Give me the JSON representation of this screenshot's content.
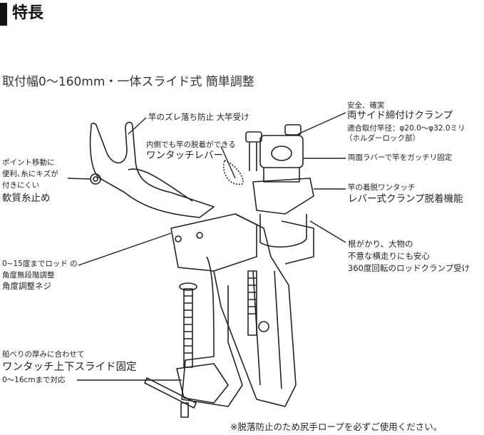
{
  "header": {
    "title": "特長"
  },
  "subtitle": "取付幅0〜160mm・一体スライド式 簡単調整",
  "callouts": {
    "rod_rest": "竿のズレ落ち防止 大竿受け",
    "inner_lever": [
      "内側でも竿の脱着ができる",
      "ワンタッチレバー"
    ],
    "line_stopper": [
      "ポイント移動に",
      "便利､糸にキズが",
      "付きにくい",
      "軟質糸止め"
    ],
    "side_clamp": [
      "安全、確実",
      "両サイド締付けクランプ",
      "適合取付竿径：φ20.0〜φ32.0ミリ",
      "（ホルダーロック部）"
    ],
    "rubber": "両面ラバーで竿をガッチリ固定",
    "lever_clamp": [
      "竿の着脱ワンタッチ",
      "レバー式クランプ脱着機能"
    ],
    "rotation": [
      "根がかり、大物の",
      "不意な横走りにも安心",
      "360度回転のロッドクランプ受け"
    ],
    "angle_screw": [
      "0~15度までロッド の",
      "角度無段階調整",
      "角度調整ネジ"
    ],
    "slide": [
      "船べりの厚みに合わせて",
      "ワンタッチ上下スライド固定",
      "0〜16cmまで対応"
    ]
  },
  "footer_note": "※脱落防止のため尻手ロープを必ずご使用ください。"
}
